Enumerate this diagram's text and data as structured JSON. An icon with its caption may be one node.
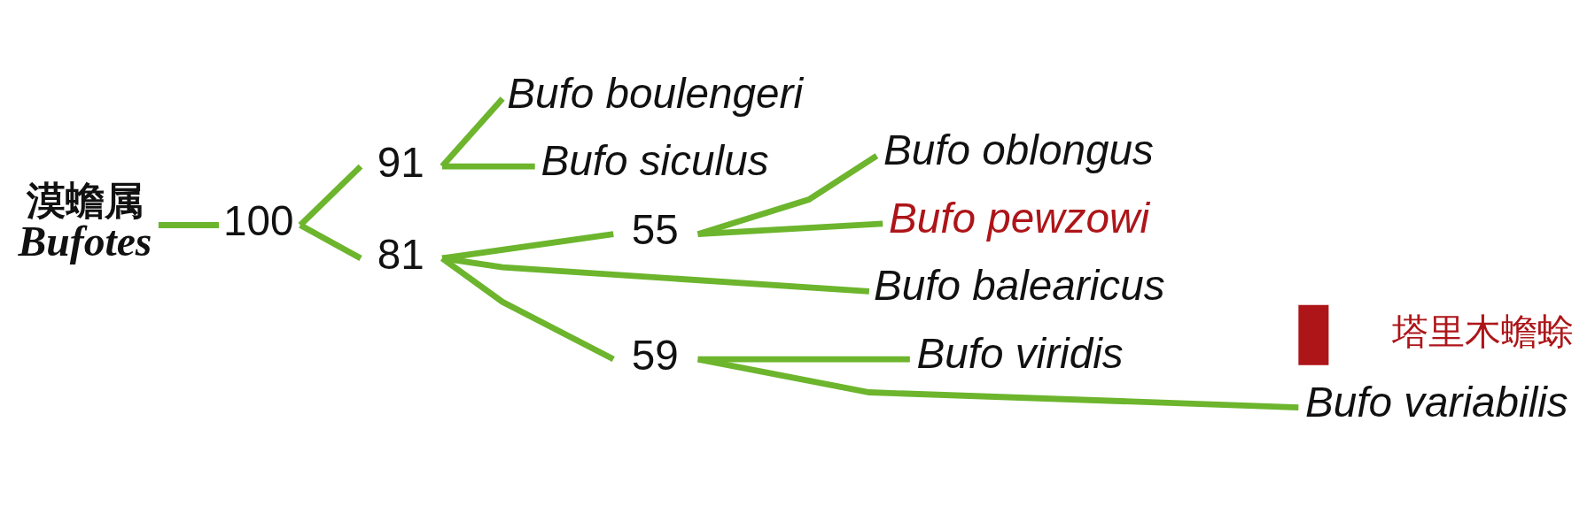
{
  "diagram": {
    "nodes": [
      {
        "text": [
          "漠蟾属",
          "Bufotes"
        ]
      },
      {
        "text": [
          "100"
        ]
      },
      {
        "text": [
          "91"
        ]
      },
      {
        "text": [
          "Bufo boulengeri"
        ]
      },
      {
        "text": [
          "Bufo siculus"
        ]
      },
      {
        "text": [
          "81"
        ]
      },
      {
        "text": [
          "55"
        ]
      },
      {
        "text": [
          "Bufo oblongus"
        ]
      },
      {
        "text": [
          "Bufo pewzowi"
        ]
      },
      {
        "text": [
          "Bufo balearicus"
        ]
      },
      {
        "text": [
          "59"
        ]
      },
      {
        "text": [
          "Bufo viridis"
        ]
      },
      {
        "text": [
          "Bufo variabilis"
        ]
      }
    ],
    "edges": [
      {
        "from": 0,
        "to": 1,
        "arrow": "none"
      },
      {
        "from": 1,
        "to": 2,
        "arrow": "none"
      },
      {
        "from": 1,
        "to": 5,
        "arrow": "none"
      },
      {
        "from": 2,
        "to": 3,
        "arrow": "none"
      },
      {
        "from": 2,
        "to": 4,
        "arrow": "none"
      },
      {
        "from": 5,
        "to": 6,
        "arrow": "none"
      },
      {
        "from": 5,
        "to": 9,
        "arrow": "none"
      },
      {
        "from": 5,
        "to": 10,
        "arrow": "none"
      },
      {
        "from": 6,
        "to": 7,
        "arrow": "none"
      },
      {
        "from": 6,
        "to": 8,
        "arrow": "none"
      },
      {
        "from": 10,
        "to": 11,
        "arrow": "none"
      },
      {
        "from": 10,
        "to": 12,
        "arrow": "none"
      }
    ],
    "legend": [
      {
        "text": "塔里木蟾蜍",
        "color": "#ad1519"
      }
    ]
  }
}
